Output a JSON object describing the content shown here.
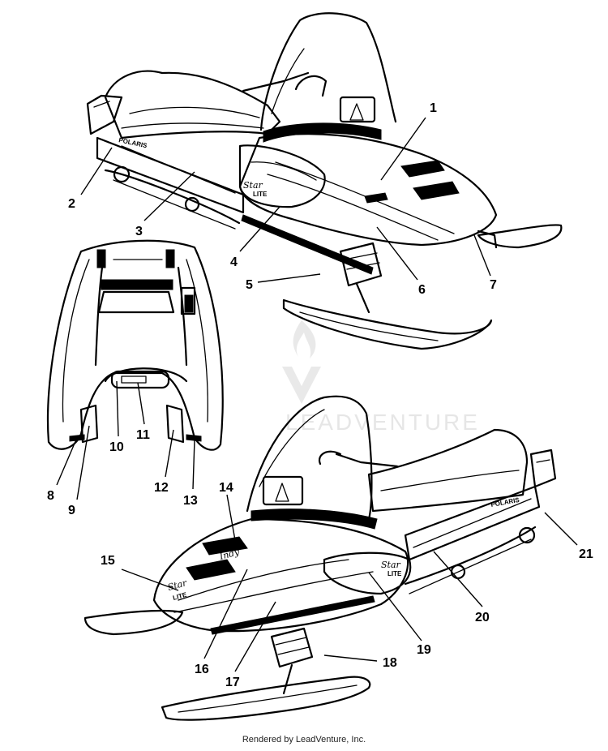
{
  "diagram": {
    "callouts": [
      "1",
      "2",
      "3",
      "4",
      "5",
      "6",
      "7",
      "8",
      "9",
      "10",
      "11",
      "12",
      "13",
      "14",
      "15",
      "16",
      "17",
      "18",
      "19",
      "20",
      "21"
    ],
    "decals": {
      "model_script_top": "Star",
      "model_sub_top": "LITE",
      "model_script_bottom_side": "Star",
      "model_sub_bottom_side": "LITE",
      "model_script_bottom_front": "Star",
      "model_sub_bottom_front": "LITE",
      "hood_script": "Indy",
      "brand_rear_top": "POLARIS",
      "brand_rear_bottom": "POLARIS"
    },
    "watermark": "LEADVENTURE",
    "footer": "Rendered by LeadVenture, Inc."
  }
}
